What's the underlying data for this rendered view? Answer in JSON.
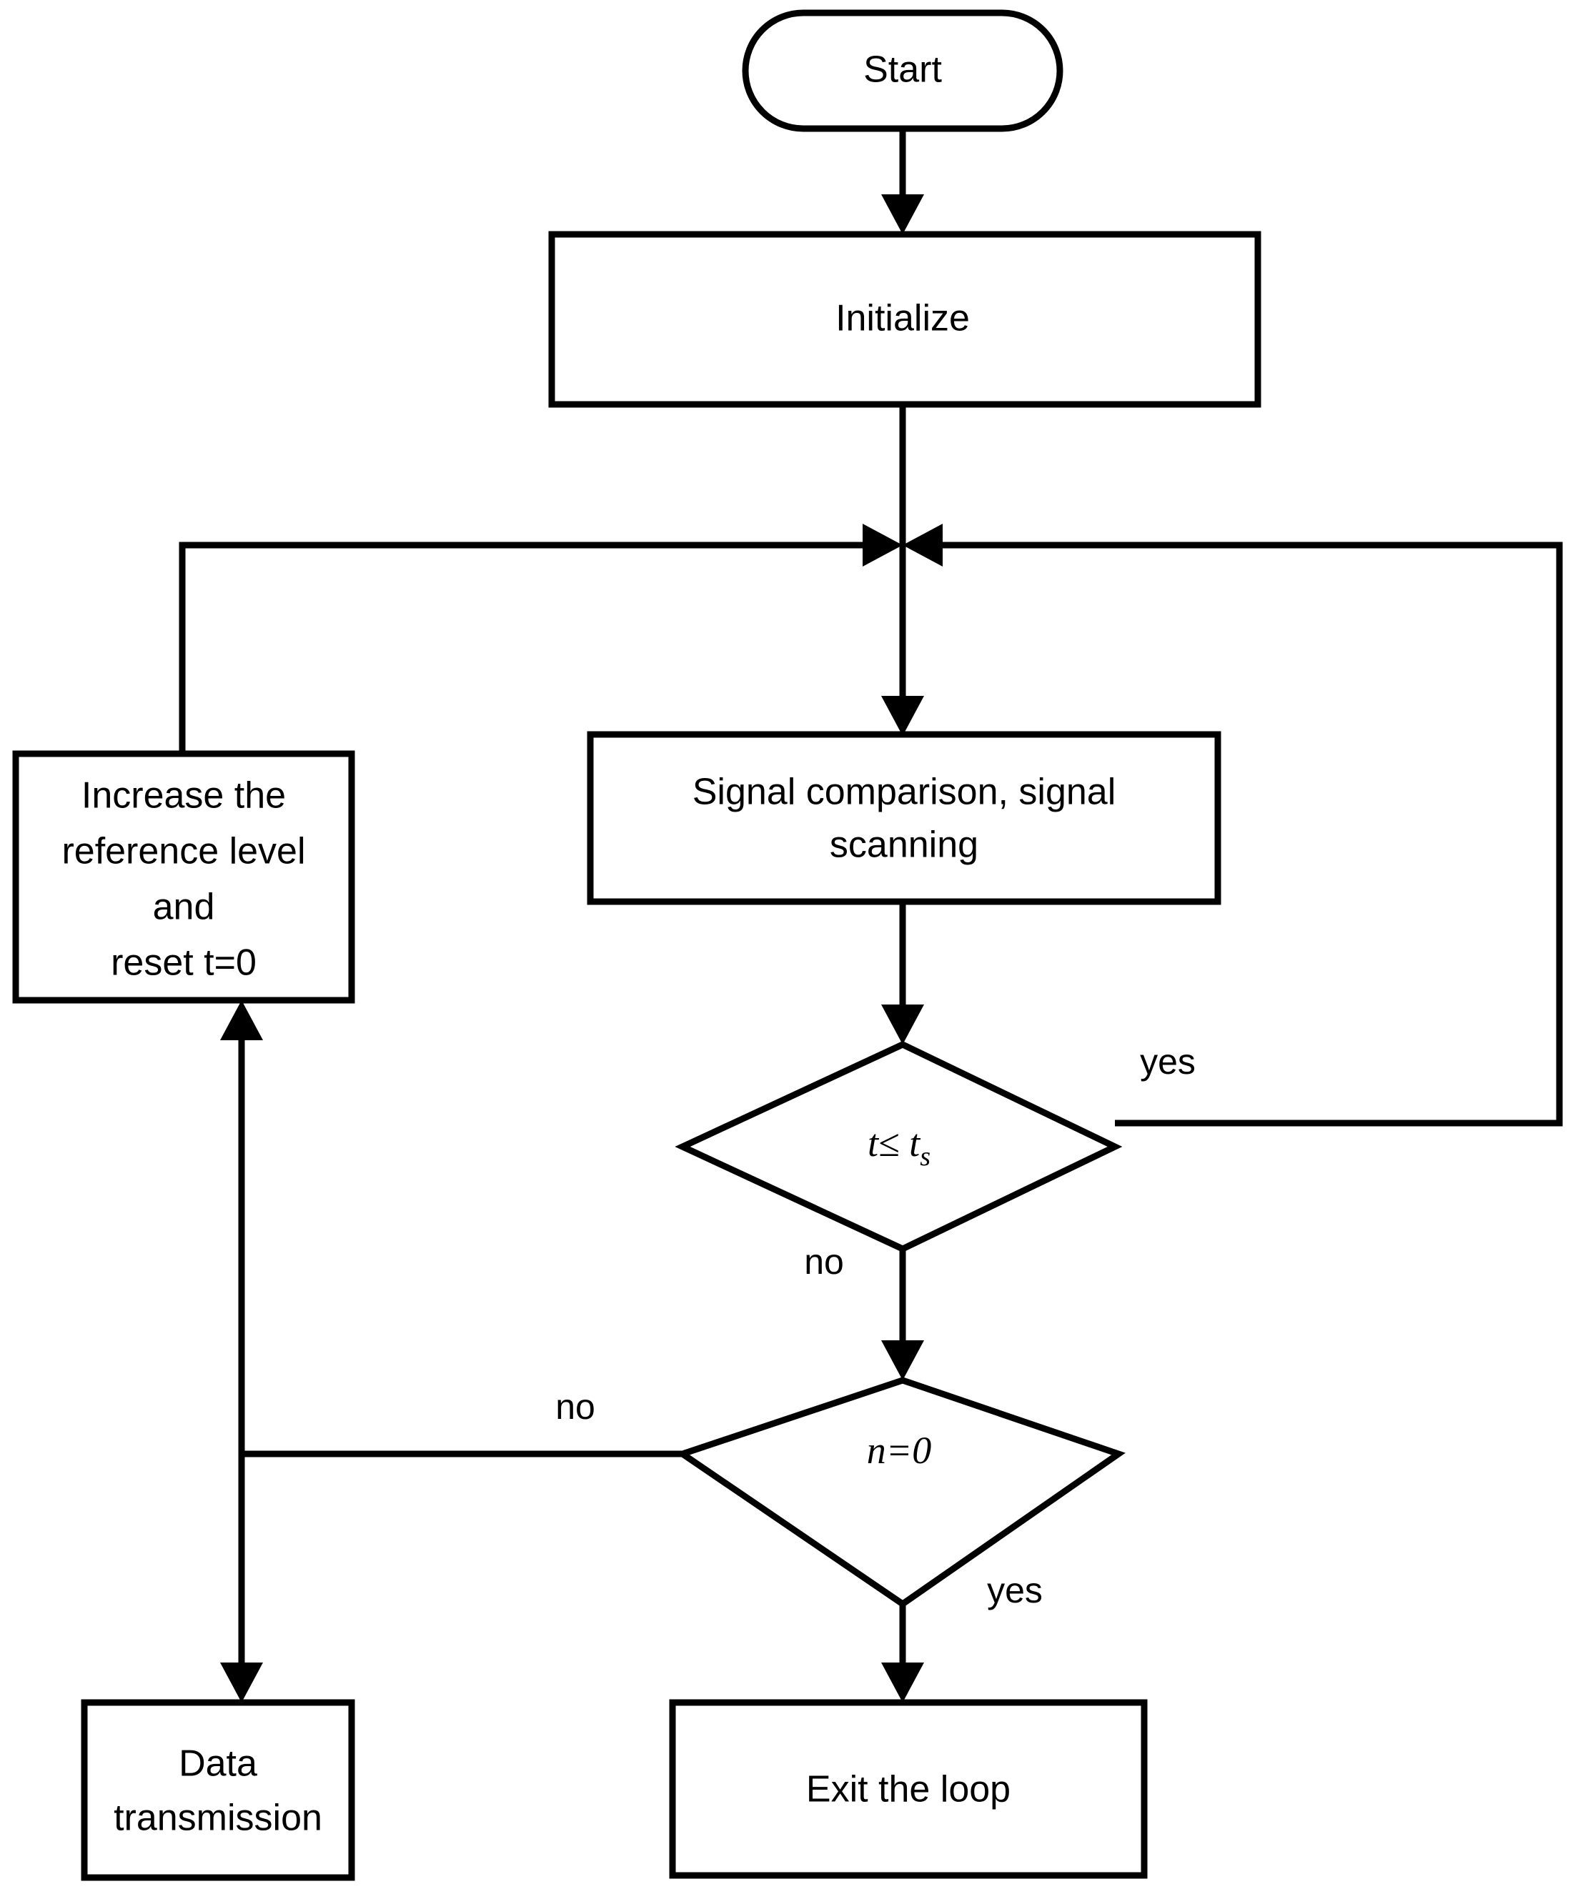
{
  "diagram": {
    "type": "flowchart",
    "title": "",
    "background_color": "#ffffff",
    "stroke_color": "#000000",
    "fill_color": "#ffffff",
    "nodes": {
      "start": {
        "label": "Start",
        "shape": "stadium"
      },
      "initialize": {
        "label": "Initialize",
        "shape": "rectangle"
      },
      "increase_ref": {
        "line1": "Increase the",
        "line2": "reference level",
        "line3": "and",
        "line4": "reset t=0",
        "shape": "rectangle"
      },
      "signal_compare": {
        "line1": "Signal comparison, signal",
        "line2": "scanning",
        "shape": "rectangle"
      },
      "decision_time": {
        "expr_var": "t",
        "expr_op": "≤",
        "expr_rhs_base": " t",
        "expr_rhs_sub": "s",
        "shape": "diamond"
      },
      "decision_n": {
        "expr_var": "n",
        "expr_rest": "=0",
        "shape": "diamond"
      },
      "data_transmission": {
        "line1": "Data",
        "line2": "transmission",
        "shape": "rectangle"
      },
      "exit_loop": {
        "label": "Exit the loop",
        "shape": "rectangle"
      }
    },
    "edge_labels": {
      "time_yes": "yes",
      "time_no": "no",
      "n_no": "no",
      "n_yes": "yes"
    }
  }
}
